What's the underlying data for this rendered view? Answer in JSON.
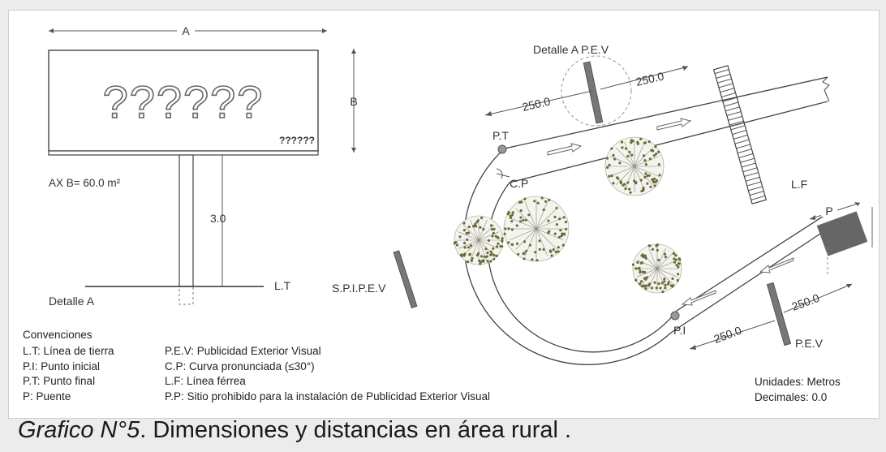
{
  "billboard": {
    "dim_a": "A",
    "dim_b": "B",
    "big_text": "??????",
    "small_text": "??????",
    "area": "AX B= 60.0 m²",
    "height": "3.0",
    "lt": "L.T",
    "detail_label": "Detalle A"
  },
  "plan": {
    "detail_pev": "Detalle A P.E.V",
    "d250": "250.0",
    "pt": "P.T",
    "cp": "C.P",
    "lf": "L.F",
    "p": "P",
    "spipev": "S.P.I.P.E.V",
    "pi": "P.I",
    "pev": "P.E.V"
  },
  "legend": {
    "title": "Convenciones",
    "col1": [
      "L.T: Línea de tierra",
      "P.I: Punto inicial",
      "P.T: Punto final",
      "P: Puente"
    ],
    "col2": [
      "P.E.V: Publicidad Exterior Visual",
      "C.P: Curva pronunciada (≤30°)",
      "L.F: Línea férrea",
      "P.P: Sitio prohibido para la instalación de Publicidad Exterior Visual"
    ],
    "units": "Unidades: Metros",
    "decimals": "Decimales: 0.0"
  },
  "caption": {
    "prefix": "Grafico N°5",
    "text": ". Dimensiones y distancias en área rural ."
  },
  "colors": {
    "line": "#444444",
    "sign": "#777777",
    "tree_leaf": "#6b6b3a",
    "panel_bg": "#ffffff",
    "frame_bg": "#ececec"
  }
}
